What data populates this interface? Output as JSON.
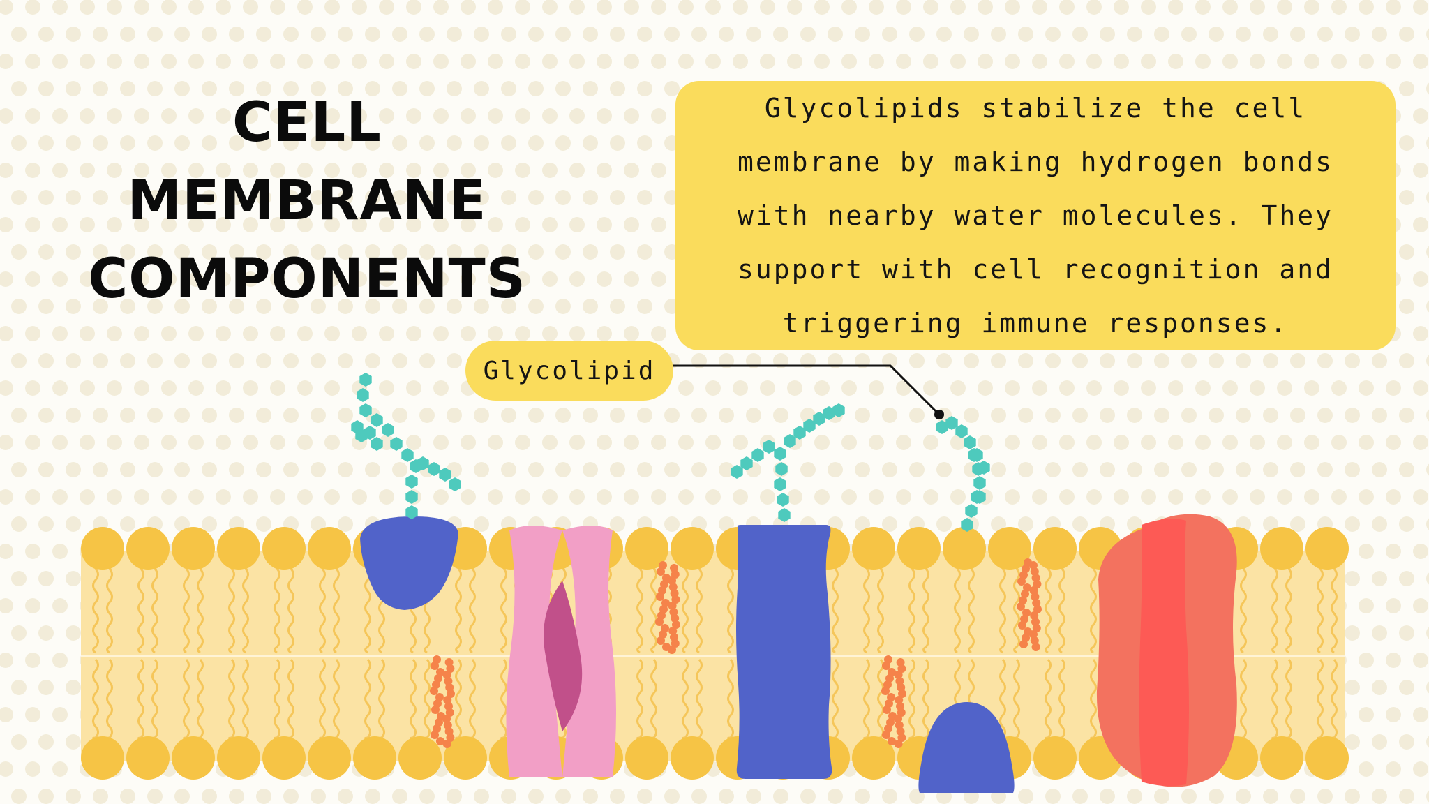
{
  "title": {
    "line1": "CELL MEMBRANE",
    "line2": "COMPONENTS"
  },
  "callout": {
    "text": "Glycolipids stabilize the cell membrane by making hydrogen bonds with nearby water molecules. They support with cell recognition and triggering immune responses."
  },
  "label": {
    "text": "Glycolipid"
  },
  "colors": {
    "background": "#fdfcf7",
    "dots": "#f2ecd9",
    "callout": "#fadc5c",
    "phospholipid_head": "#f6c445",
    "membrane_core": "#fbe3a4",
    "tail": "#f5c65a",
    "protein_blue": "#5163c9",
    "channel_pink": "#f29fc6",
    "channel_inner": "#c1508a",
    "protein_red": "#fd5a55",
    "protein_red_edge": "#f3725f",
    "sugar_chain": "#4ecabd",
    "cholesterol": "#f5834a",
    "pointer_line": "#111111"
  }
}
